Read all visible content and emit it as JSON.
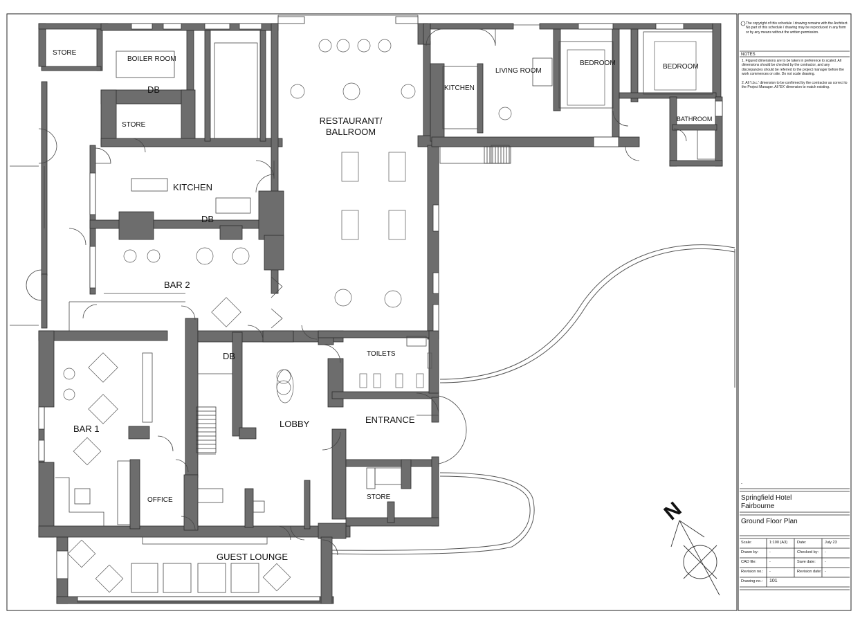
{
  "rooms": {
    "store_top": "STORE",
    "boiler_room": "BOILER ROOM",
    "db_top": "DB",
    "store_mid": "STORE",
    "kitchen": "KITCHEN",
    "db_mid": "DB",
    "bar_2": "BAR 2",
    "restaurant_line1": "RESTAURANT/",
    "restaurant_line2": "BALLROOM",
    "living_room": "LIVING ROOM",
    "kitchen_small": "KITCHEN",
    "bedroom_1": "BEDROOM",
    "bedroom_2": "BEDROOM",
    "bathroom": "BATHROOM",
    "db_lobby": "DB",
    "toilets": "TOILETS",
    "bar_1": "BAR 1",
    "lobby": "LOBBY",
    "entrance": "ENTRANCE",
    "office": "OFFICE",
    "store_bottom": "STORE",
    "guest_lounge": "GUEST LOUNGE"
  },
  "north_label": "N",
  "title_block": {
    "copyright": "The copyright of this schedule / drawing remains with the Architect. No part of this schedule / drawing may be reproduced in any form or by any means without the written permission.",
    "notes_heading": "NOTES",
    "note_1": "1.  Figured dimensions are to be taken in preference to scaled. All dimensions should be checked by the contractor, and any discrepancies should be referred to the project manager before the work commences on site. Do not scale drawing.",
    "note_2": "2.  All 't.b.c.' dimension to be confirmed by the contractor as correct to the Project Manager. All 'EX' dimension to match existing.",
    "dash_mark": "-",
    "project_line1": "Springfield Hotel",
    "project_line2": "Fairbourne",
    "drawing_title": "Ground Floor Plan",
    "fields": {
      "scale_label": "Scale:",
      "scale_value": "1:100 (A3)",
      "date_label": "Date:",
      "date_value": "July 23",
      "drawn_label": "Drawn by:",
      "drawn_value": "-",
      "checked_label": "Checked by:",
      "checked_value": "-",
      "cad_label": "CAD file:",
      "cad_value": "-",
      "save_label": "Save date:",
      "save_value": "-",
      "revision_label": "Revision no.:",
      "revision_value": "-",
      "revision_date_label": "Revision date:",
      "revision_date_value": "-",
      "drawing_no_label": "Drawing no.:",
      "drawing_no_value": "101"
    }
  }
}
